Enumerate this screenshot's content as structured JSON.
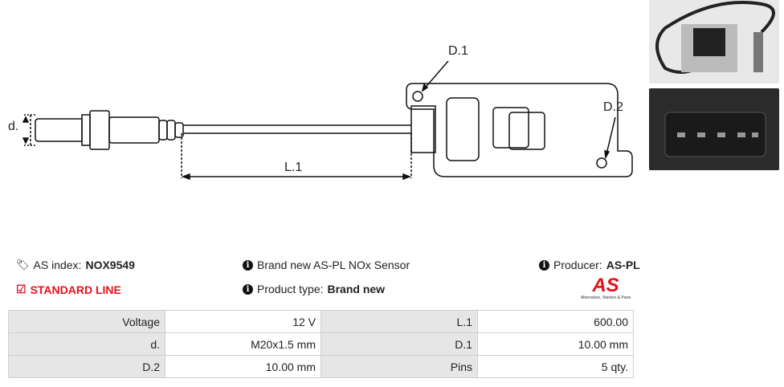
{
  "diagram": {
    "labels": {
      "d": "d.",
      "l1": "L.1",
      "d1": "D.1",
      "d2": "D.2"
    }
  },
  "info": {
    "as_index_label": "AS index:",
    "as_index_value": "NOX9549",
    "line": "STANDARD LINE",
    "description": "Brand new AS-PL NOx Sensor",
    "product_type_label": "Product type:",
    "product_type_value": "Brand new",
    "producer_label": "Producer:",
    "producer_value": "AS-PL",
    "logo_text": "AS",
    "logo_tagline": "Alternators, Starters & Parts"
  },
  "specs": [
    [
      {
        "k": "Voltage",
        "v": "12 V"
      },
      {
        "k": "L.1",
        "v": "600.00"
      }
    ],
    [
      {
        "k": "d.",
        "v": "M20x1.5 mm"
      },
      {
        "k": "D.1",
        "v": "10.00 mm"
      }
    ],
    [
      {
        "k": "D.2",
        "v": "10.00 mm"
      },
      {
        "k": "Pins",
        "v": "5 qty."
      }
    ]
  ],
  "colors": {
    "accent": "#e8101a"
  }
}
